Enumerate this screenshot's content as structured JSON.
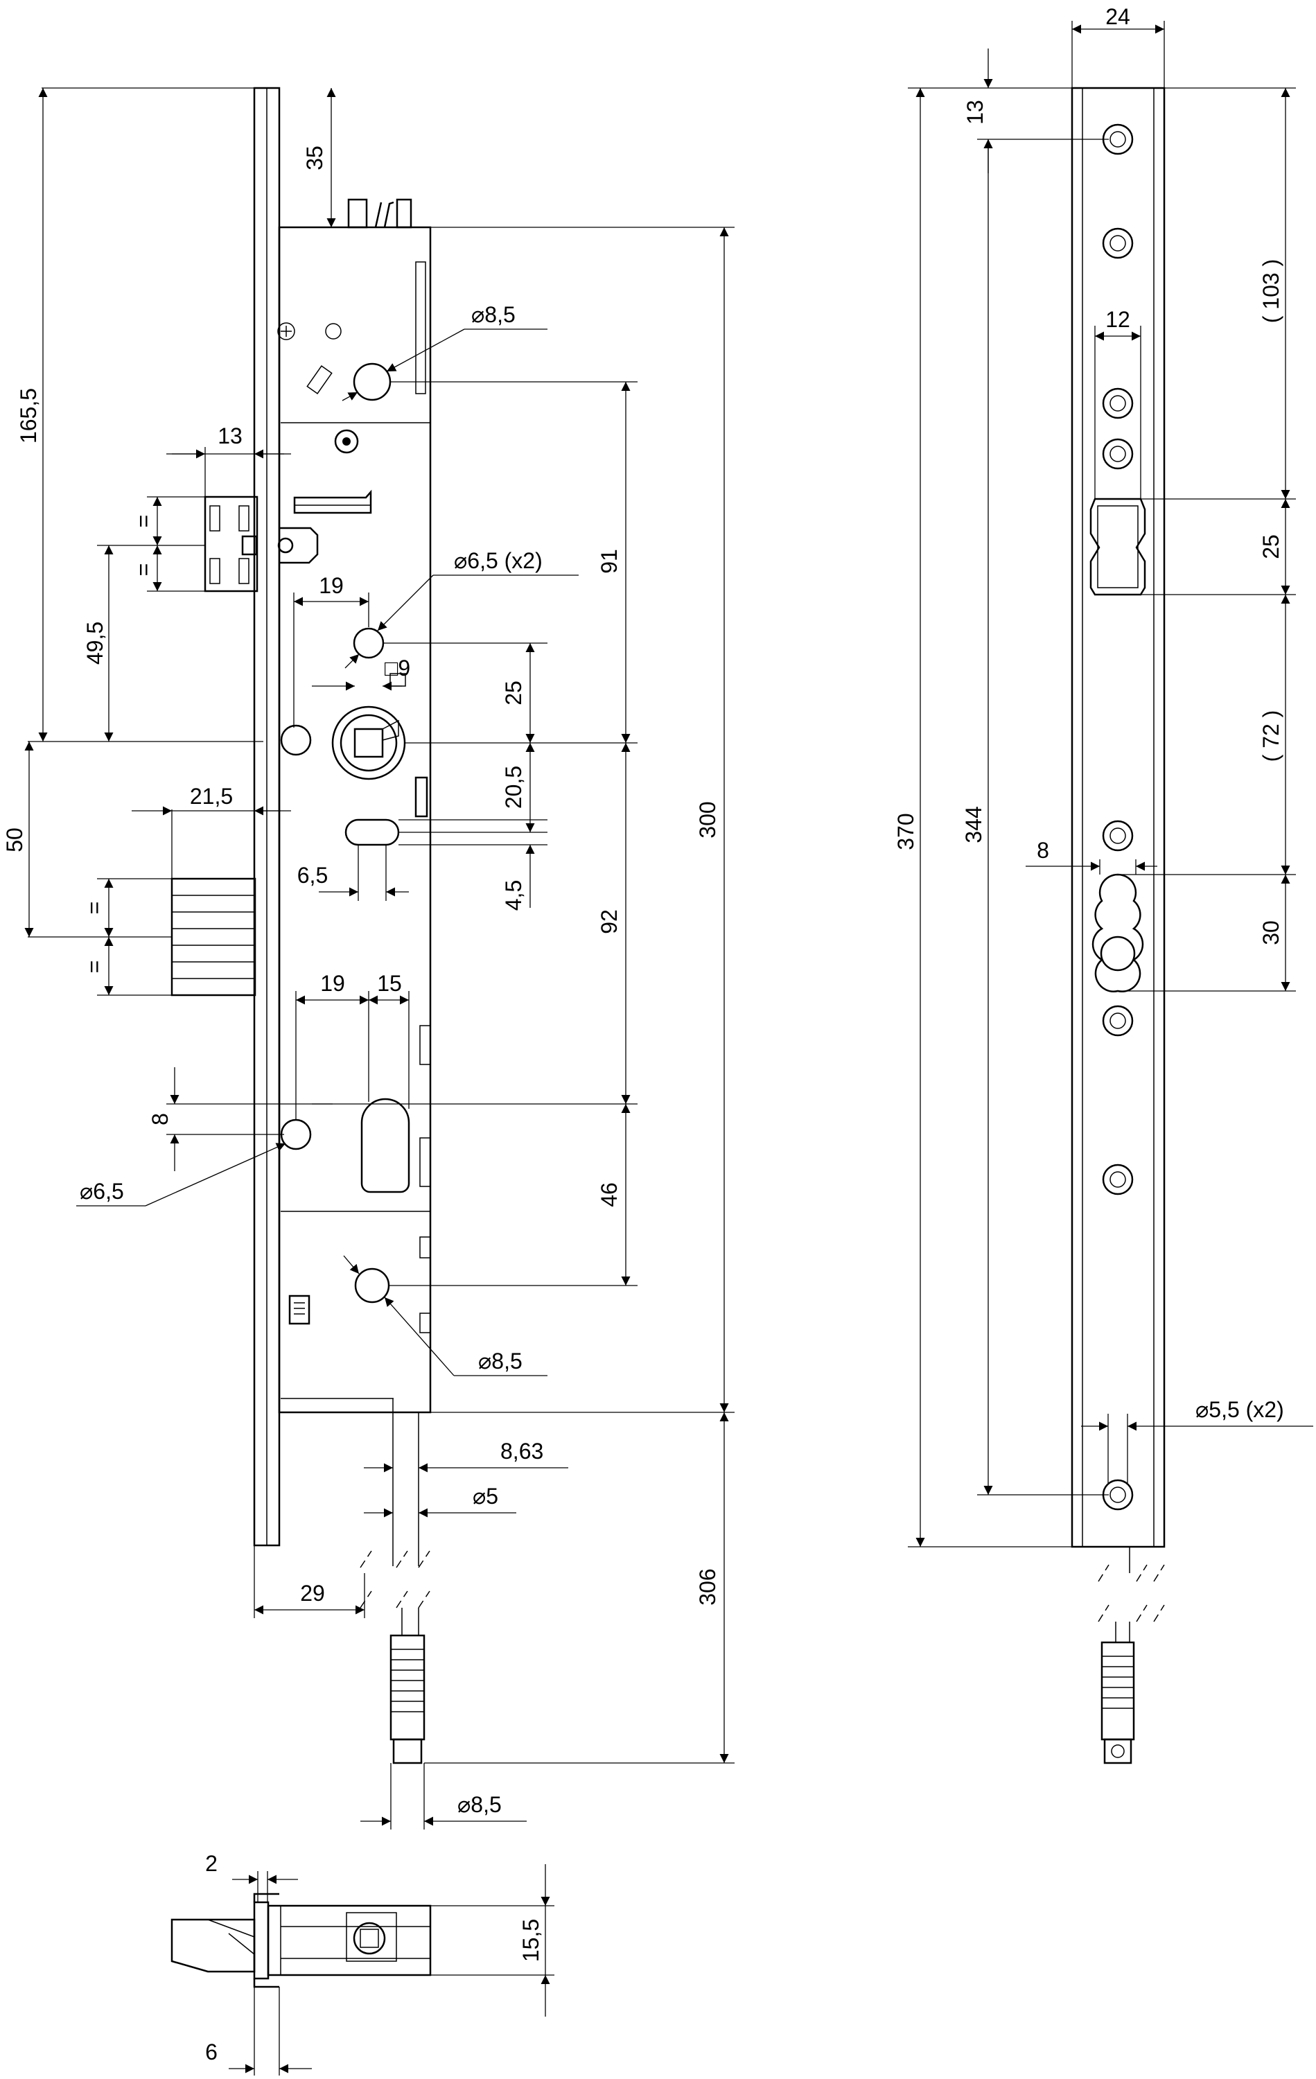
{
  "front_view": {
    "dims": {
      "d165_5": "165,5",
      "d35": "35",
      "d13": "13",
      "d_eq1": "=",
      "d_eq2": "=",
      "d49_5": "49,5",
      "d50": "50",
      "d21_5": "21,5",
      "d_eq3": "=",
      "d_eq4": "=",
      "d6_5": "6,5",
      "d19a": "19",
      "d9": "□9",
      "d19b": "19",
      "d15": "15",
      "d8": "8",
      "dia6_5": "⌀6,5",
      "dia8_5_top": "⌀8,5",
      "dia6_5_x2": "⌀6,5 (x2)",
      "dia8_5_bot": "⌀8,5",
      "d8_63": "8,63",
      "dia5": "⌀5",
      "d29": "29",
      "dia8_5_plug": "⌀8,5",
      "d25": "25",
      "d20_5": "20,5",
      "d4_5": "4,5",
      "d91": "91",
      "d92": "92",
      "d46": "46",
      "d300": "300",
      "d306": "306"
    }
  },
  "side_view": {
    "dims": {
      "d24": "24",
      "d13": "13",
      "d103": "( 103 )",
      "d12": "12",
      "d25": "25",
      "d72": "( 72 )",
      "d8": "8",
      "d30": "30",
      "d370": "370",
      "d344": "344",
      "dia5_5_x2": "⌀5,5 (x2)"
    }
  },
  "top_view": {
    "dims": {
      "d2": "2",
      "d6": "6",
      "d15_5": "15,5"
    }
  }
}
